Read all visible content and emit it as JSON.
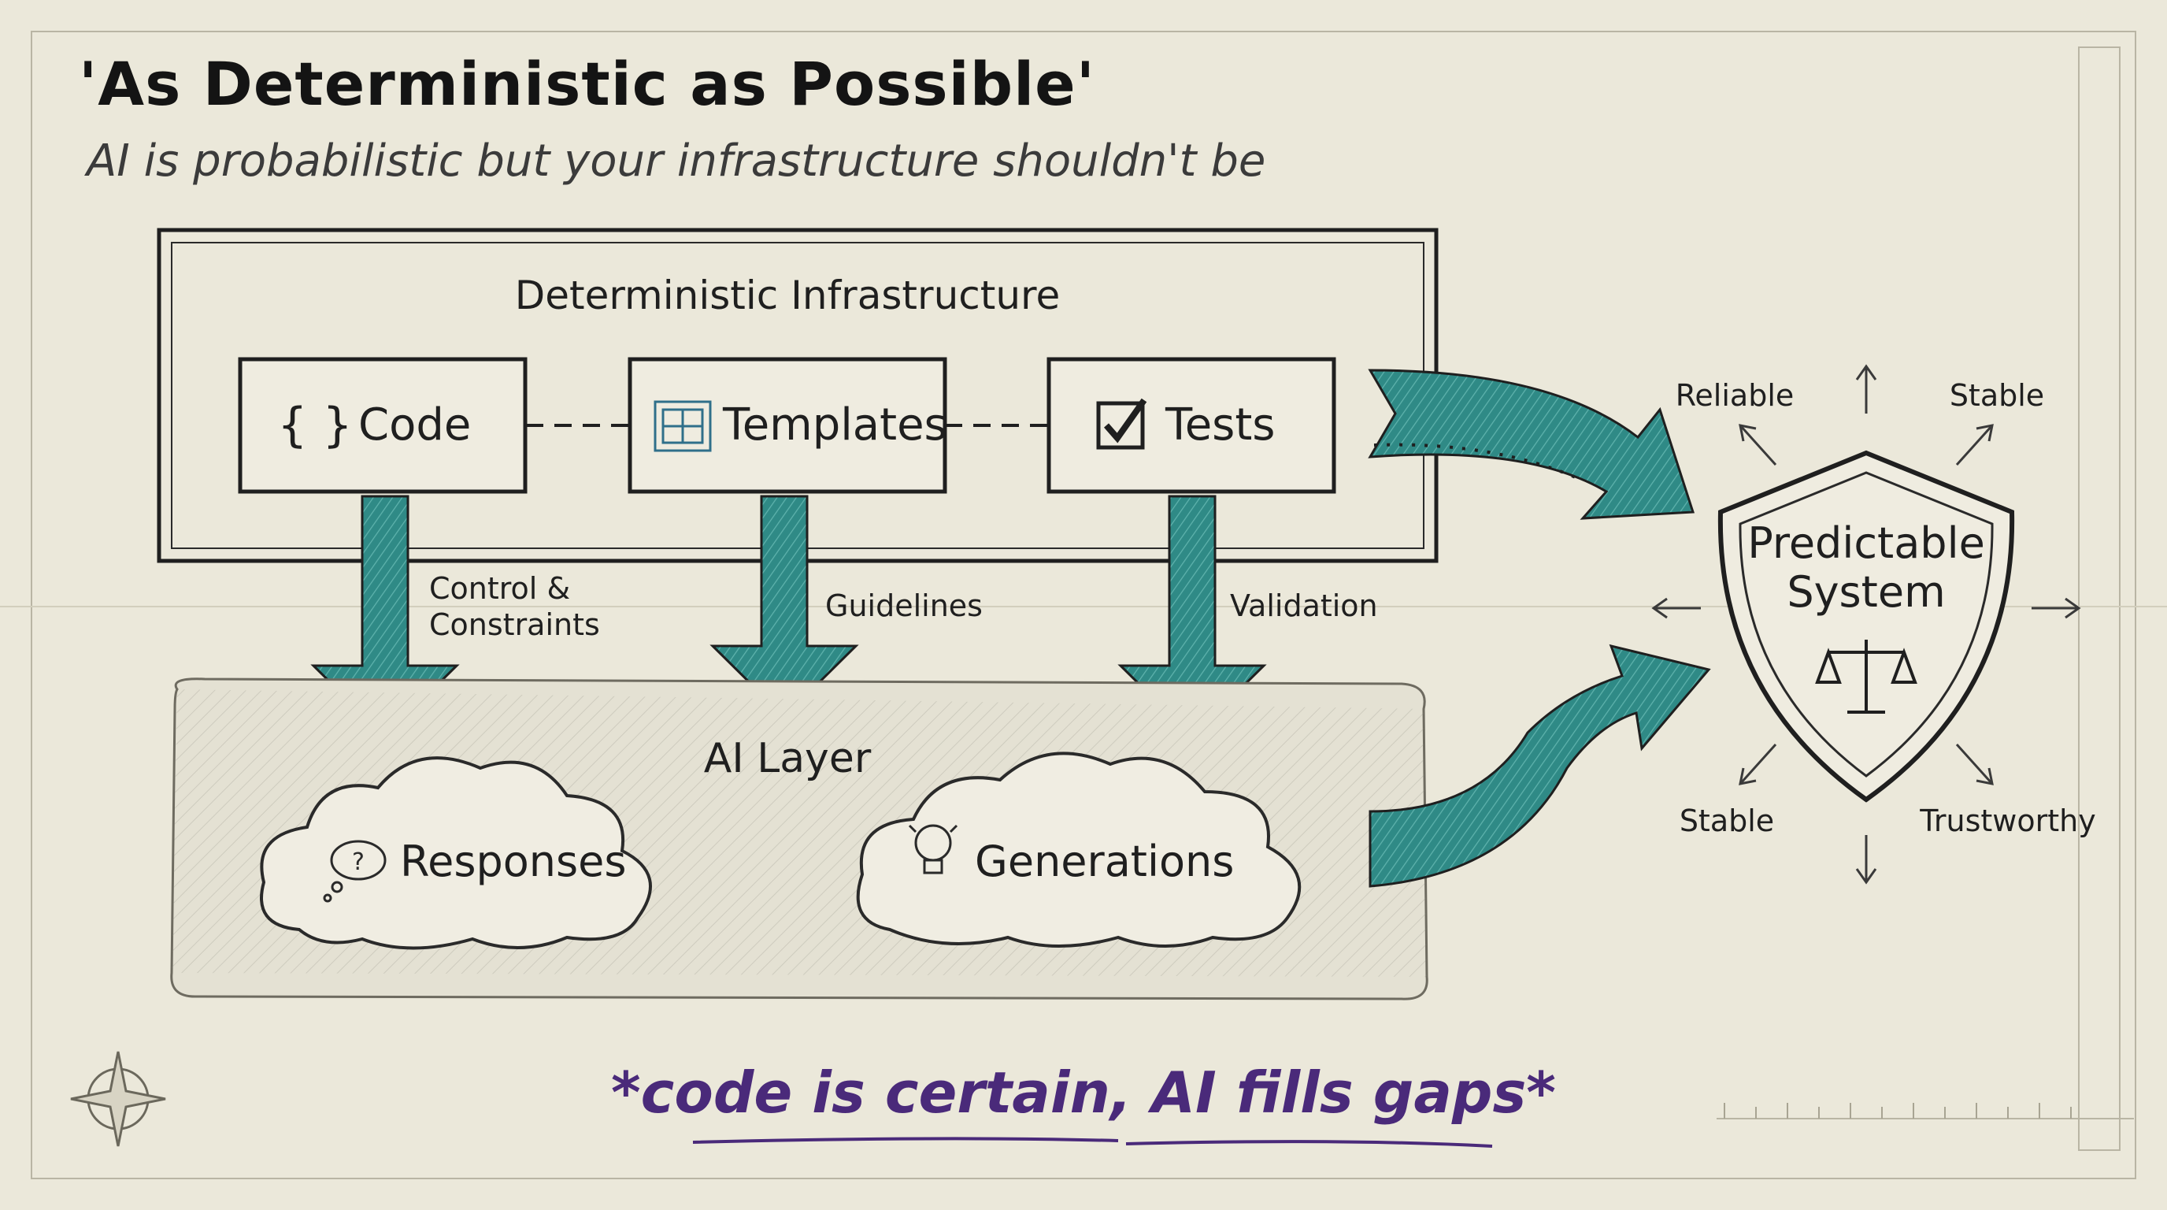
{
  "title": "'As Deterministic as Possible'",
  "subtitle": "AI is probabilistic but your infrastructure shouldn't be",
  "infrastructure": {
    "label": "Deterministic Infrastructure",
    "items": [
      {
        "icon": "braces-icon",
        "label": "Code",
        "flow_label_1": "Control &",
        "flow_label_2": "Constraints"
      },
      {
        "icon": "blueprint-icon",
        "label": "Templates",
        "flow_label_1": "Guidelines",
        "flow_label_2": ""
      },
      {
        "icon": "checkbox-icon",
        "label": "Tests",
        "flow_label_1": "Validation",
        "flow_label_2": ""
      }
    ]
  },
  "ai_layer": {
    "label": "AI Layer",
    "clouds": [
      {
        "icon": "thought-bubble-icon",
        "label": "Responses"
      },
      {
        "icon": "lightbulb-icon",
        "label": "Generations"
      }
    ]
  },
  "outcome": {
    "label_line1": "Predictable",
    "label_line2": "System",
    "icon": "scales-icon",
    "qualities": {
      "top_left": "Reliable",
      "top_right": "Stable",
      "bottom_left": "Stable",
      "bottom_right": "Trustworthy"
    }
  },
  "tagline": "*code is certain, AI fills gaps*",
  "colors": {
    "teal": "#2f8a86",
    "ink": "#1f1f1f",
    "purple": "#4a2a7a",
    "paper": "#ebe8da"
  }
}
